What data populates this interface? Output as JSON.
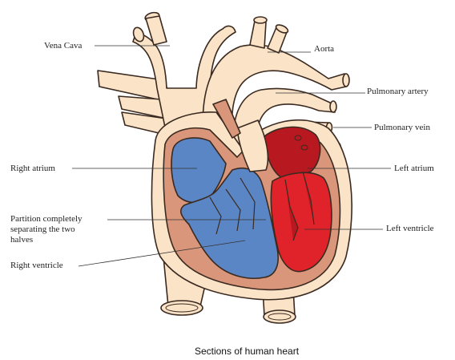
{
  "labels": {
    "vena_cava": "Vena Cava",
    "aorta": "Aorta",
    "pulmonary_artery": "Pulmonary artery",
    "pulmonary_vein": "Pulmonary vein",
    "right_atrium": "Right atrium",
    "left_atrium": "Left atrium",
    "partition_line1": "Partition completely",
    "partition_line2": "separating the two",
    "partition_line3": "halves",
    "left_ventricle": "Left ventricle",
    "right_ventricle": "Right ventricle"
  },
  "caption": "Sections of human heart",
  "colors": {
    "tissue": "#fbe3c8",
    "outline": "#3a2a20",
    "wall": "#d9967a",
    "deoxygenated": "#5b86c5",
    "oxygenated": "#e0232a",
    "oxygenated_dark": "#b81820"
  }
}
